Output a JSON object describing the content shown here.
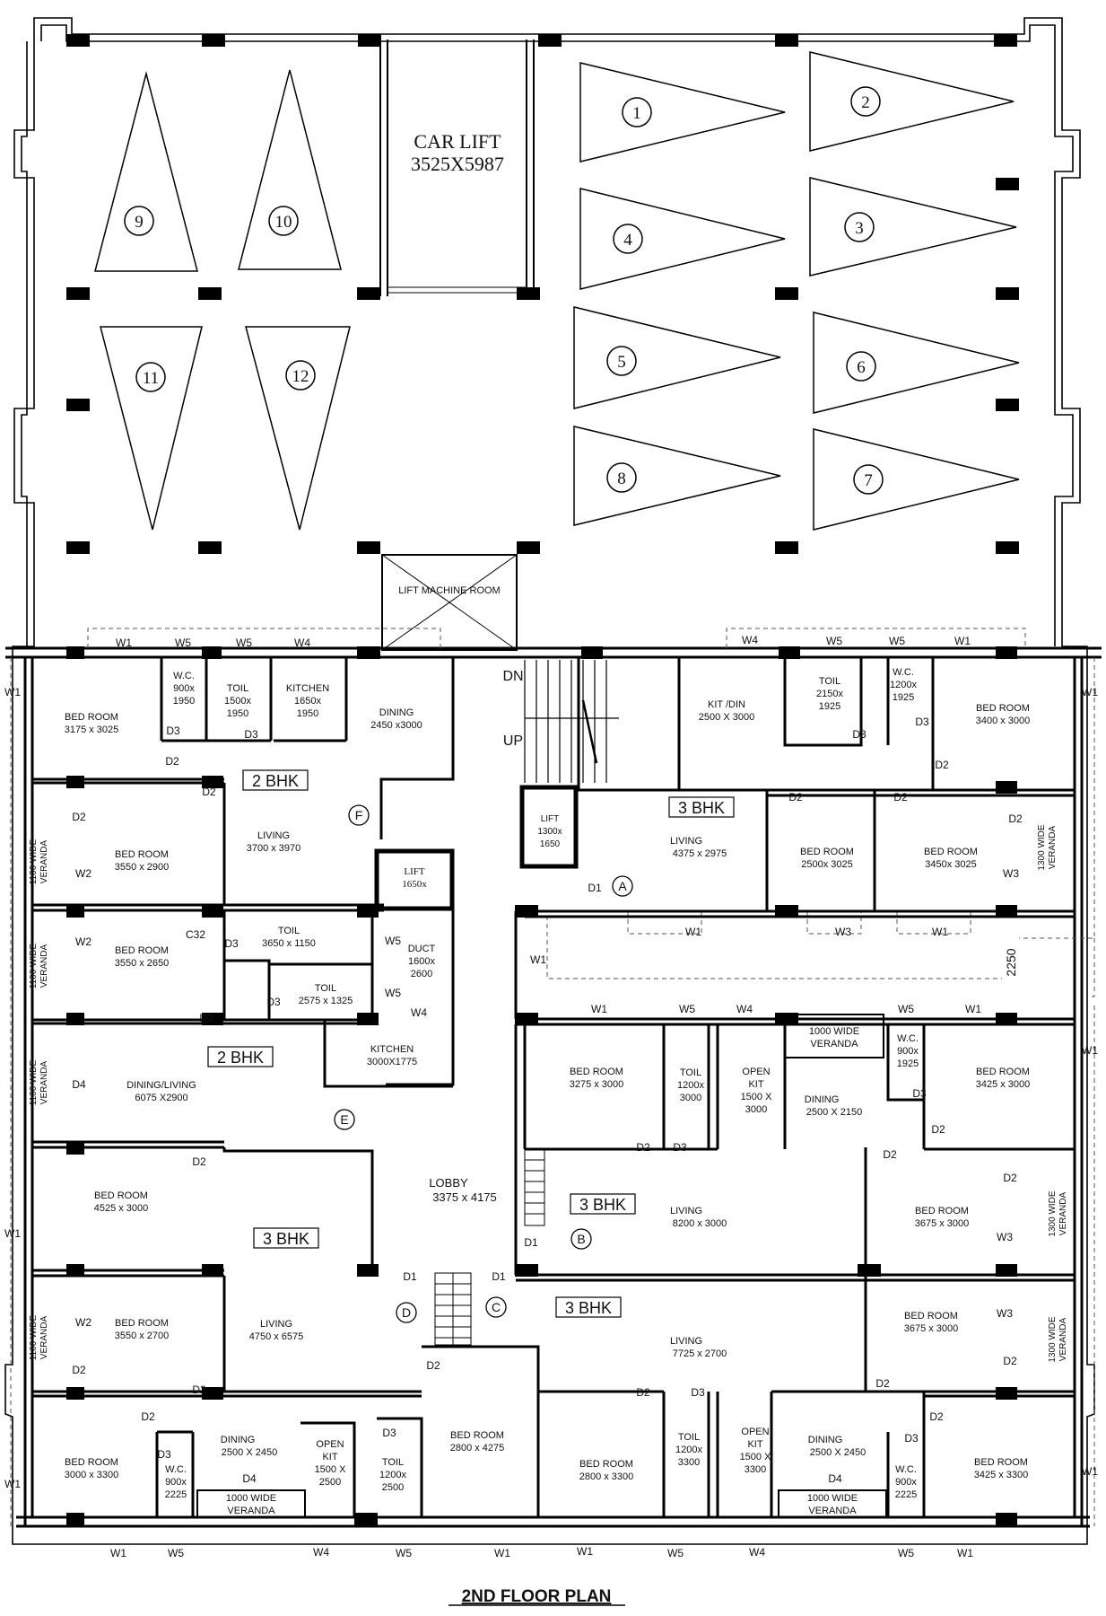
{
  "plan_title": "2ND FLOOR PLAN",
  "parking": {
    "car_lift_title": "CAR LIFT",
    "car_lift_size": "3525X5987",
    "lift_machine_room": "LIFT MACHINE ROOM",
    "slots": [
      "1",
      "2",
      "3",
      "4",
      "5",
      "6",
      "7",
      "8",
      "9",
      "10",
      "11",
      "12"
    ]
  },
  "core": {
    "dn": "DN",
    "up": "UP",
    "lift_small": [
      "LIFT",
      "1300x",
      "1650"
    ],
    "lift_left": [
      "LIFT",
      "1650x"
    ],
    "duct": [
      "DUCT",
      "1600x",
      "2600"
    ],
    "dim_2250": "2250",
    "lobby": [
      "LOBBY",
      "3375 x 4175"
    ]
  },
  "unit_labels": {
    "f": "2 BHK",
    "e": "2 BHK",
    "d": "3 BHK",
    "a": "3 BHK",
    "b": "3 BHK",
    "c": "3 BHK"
  },
  "unit_letters": [
    "F",
    "E",
    "D",
    "A",
    "B",
    "C"
  ],
  "rooms": {
    "f_bed1": [
      "BED ROOM",
      "3175 x 3025"
    ],
    "f_wc": [
      "W.C.",
      "900x",
      "1950"
    ],
    "f_toil": [
      "TOIL",
      "1500x",
      "1950"
    ],
    "f_kitchen": [
      "KITCHEN",
      "1650x",
      "1950"
    ],
    "f_dining": [
      "DINING",
      "2450 x3000"
    ],
    "f_living": [
      "LIVING",
      "3700 x 3970"
    ],
    "f_bed2": [
      "BED ROOM",
      "3550 x 2900"
    ],
    "e_bed": [
      "BED ROOM",
      "3550 x 2650"
    ],
    "e_toil1": [
      "TOIL",
      "3650 x 1150"
    ],
    "e_toil2": [
      "TOIL",
      "2575 x 1325"
    ],
    "e_kitchen": [
      "KITCHEN",
      "3000X1775"
    ],
    "e_dining": [
      "DINING/LIVING",
      "6075 X2900"
    ],
    "d_bed1": [
      "BED ROOM",
      "4525 x 3000"
    ],
    "d_bed2": [
      "BED ROOM",
      "3550 x 2700"
    ],
    "d_living": [
      "LIVING",
      "4750 x 6575"
    ],
    "d_bed3": [
      "BED ROOM",
      "3000 x 3300"
    ],
    "d_wc": [
      "W.C.",
      "900x",
      "2225"
    ],
    "d_dining": [
      "DINING",
      "2500 X 2450"
    ],
    "d_kit": [
      "OPEN",
      "KIT",
      "1500 X",
      "2500"
    ],
    "d_toil": [
      "TOIL",
      "1200x",
      "2500"
    ],
    "d_veranda": [
      "1000 WIDE",
      "VERANDA"
    ],
    "c_bed1": [
      "BED ROOM",
      "2800 x 4275"
    ],
    "c_bed2": [
      "BED ROOM",
      "2800 x 3300"
    ],
    "c_toil": [
      "TOIL",
      "1200x",
      "3300"
    ],
    "c_kit": [
      "OPEN",
      "KIT",
      "1500 X",
      "3300"
    ],
    "c_dining": [
      "DINING",
      "2500 X 2450"
    ],
    "c_wc": [
      "W.C.",
      "900x",
      "2225"
    ],
    "c_bed3": [
      "BED ROOM",
      "3425 x 3300"
    ],
    "c_living": [
      "LIVING",
      "7725 x 2700"
    ],
    "c_bed4": [
      "BED ROOM",
      "3675 x 3000"
    ],
    "c_veranda": [
      "1000 WIDE",
      "VERANDA"
    ],
    "a_kit": [
      "KIT /DIN",
      "2500 X 3000"
    ],
    "a_toil": [
      "TOIL",
      "2150x",
      "1925"
    ],
    "a_wc": [
      "W.C.",
      "1200x",
      "1925"
    ],
    "a_bed1": [
      "BED ROOM",
      "3400 x 3000"
    ],
    "a_living": [
      "LIVING",
      "4375 x 2975"
    ],
    "a_bed2": [
      "BED ROOM",
      "2500x 3025"
    ],
    "a_bed3": [
      "BED ROOM",
      "3450x 3025"
    ],
    "b_bed1": [
      "BED ROOM",
      "3275 x 3000"
    ],
    "b_toil": [
      "TOIL",
      "1200x",
      "3000"
    ],
    "b_kit": [
      "OPEN",
      "KIT",
      "1500 X",
      "3000"
    ],
    "b_dining": [
      "DINING",
      "2500 X 2150"
    ],
    "b_veranda": [
      "1000 WIDE",
      "VERANDA"
    ],
    "b_wc": [
      "W.C.",
      "900x",
      "1925"
    ],
    "b_bed2": [
      "BED ROOM",
      "3425 x 3000"
    ],
    "b_living": [
      "LIVING",
      "8200 x 3000"
    ],
    "b_bed3": [
      "BED ROOM",
      "3675 x 3000"
    ]
  },
  "verandas_vertical": {
    "l1": [
      "1100 WIDE",
      "VERANDA"
    ],
    "l2": [
      "1100 WIDE",
      "VERANDA"
    ],
    "l3": [
      "1100 WIDE",
      "VERANDA"
    ],
    "l4": [
      "1100 WIDE",
      "VERANDA"
    ],
    "r1": [
      "1300 WIDE",
      "VERANDA"
    ],
    "r2": [
      "1300 WIDE",
      "VERANDA"
    ],
    "r3": [
      "1300 WIDE",
      "VERANDA"
    ]
  },
  "openings": {
    "w1": "W1",
    "w2": "W2",
    "w3": "W3",
    "w4": "W4",
    "w5": "W5",
    "d1": "D1",
    "d2": "D2",
    "d3": "D3",
    "d4": "D4",
    "c32": "C32"
  }
}
